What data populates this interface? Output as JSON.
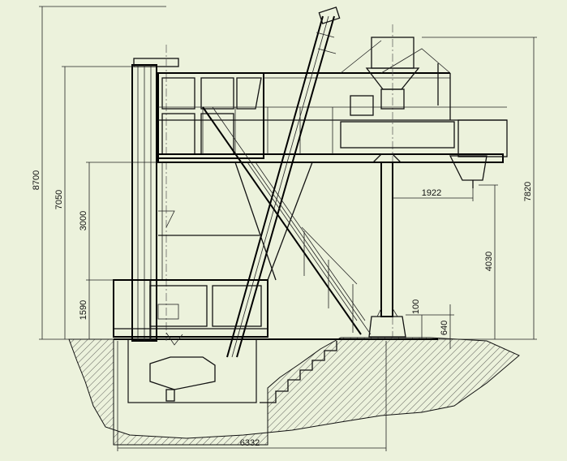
{
  "colors": {
    "background": "#ecf2dc",
    "line": "#000000",
    "hatch": "#3a3a3a",
    "ground_fill": "#d7ddc6"
  },
  "dimensions": {
    "overall_height": "8700",
    "platform_height": "7050",
    "upper_level": "3000",
    "lower_level": "1590",
    "right_height": "7820",
    "column_height": "4030",
    "outlet_offset": "1922",
    "base_offset_a": "100",
    "base_offset_b": "640",
    "overall_width": "6332"
  }
}
